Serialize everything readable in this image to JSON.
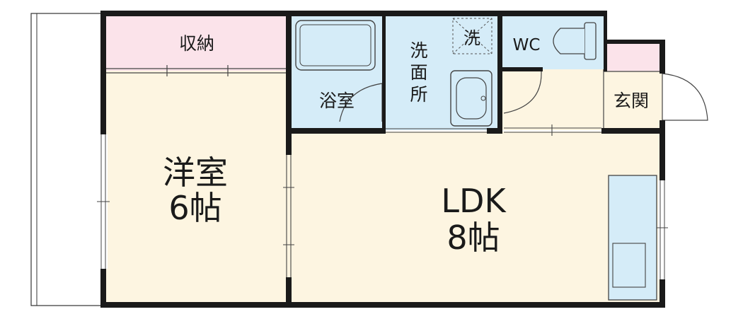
{
  "rooms": {
    "storage": "収納",
    "bathroom": "浴室",
    "washroom_line1": "洗",
    "washroom_line2": "面",
    "washroom_line3": "所",
    "washer_mark": "洗",
    "toilet": "WC",
    "entrance": "玄関",
    "western_room_name": "洋室",
    "western_room_size": "6帖",
    "ldk_name": "LDK",
    "ldk_size": "8帖"
  },
  "colors": {
    "floor": "#fdf5e1",
    "wet_area": "#d5ecf8",
    "storage": "#fbe3ea",
    "wall": "#1a1a1a"
  }
}
